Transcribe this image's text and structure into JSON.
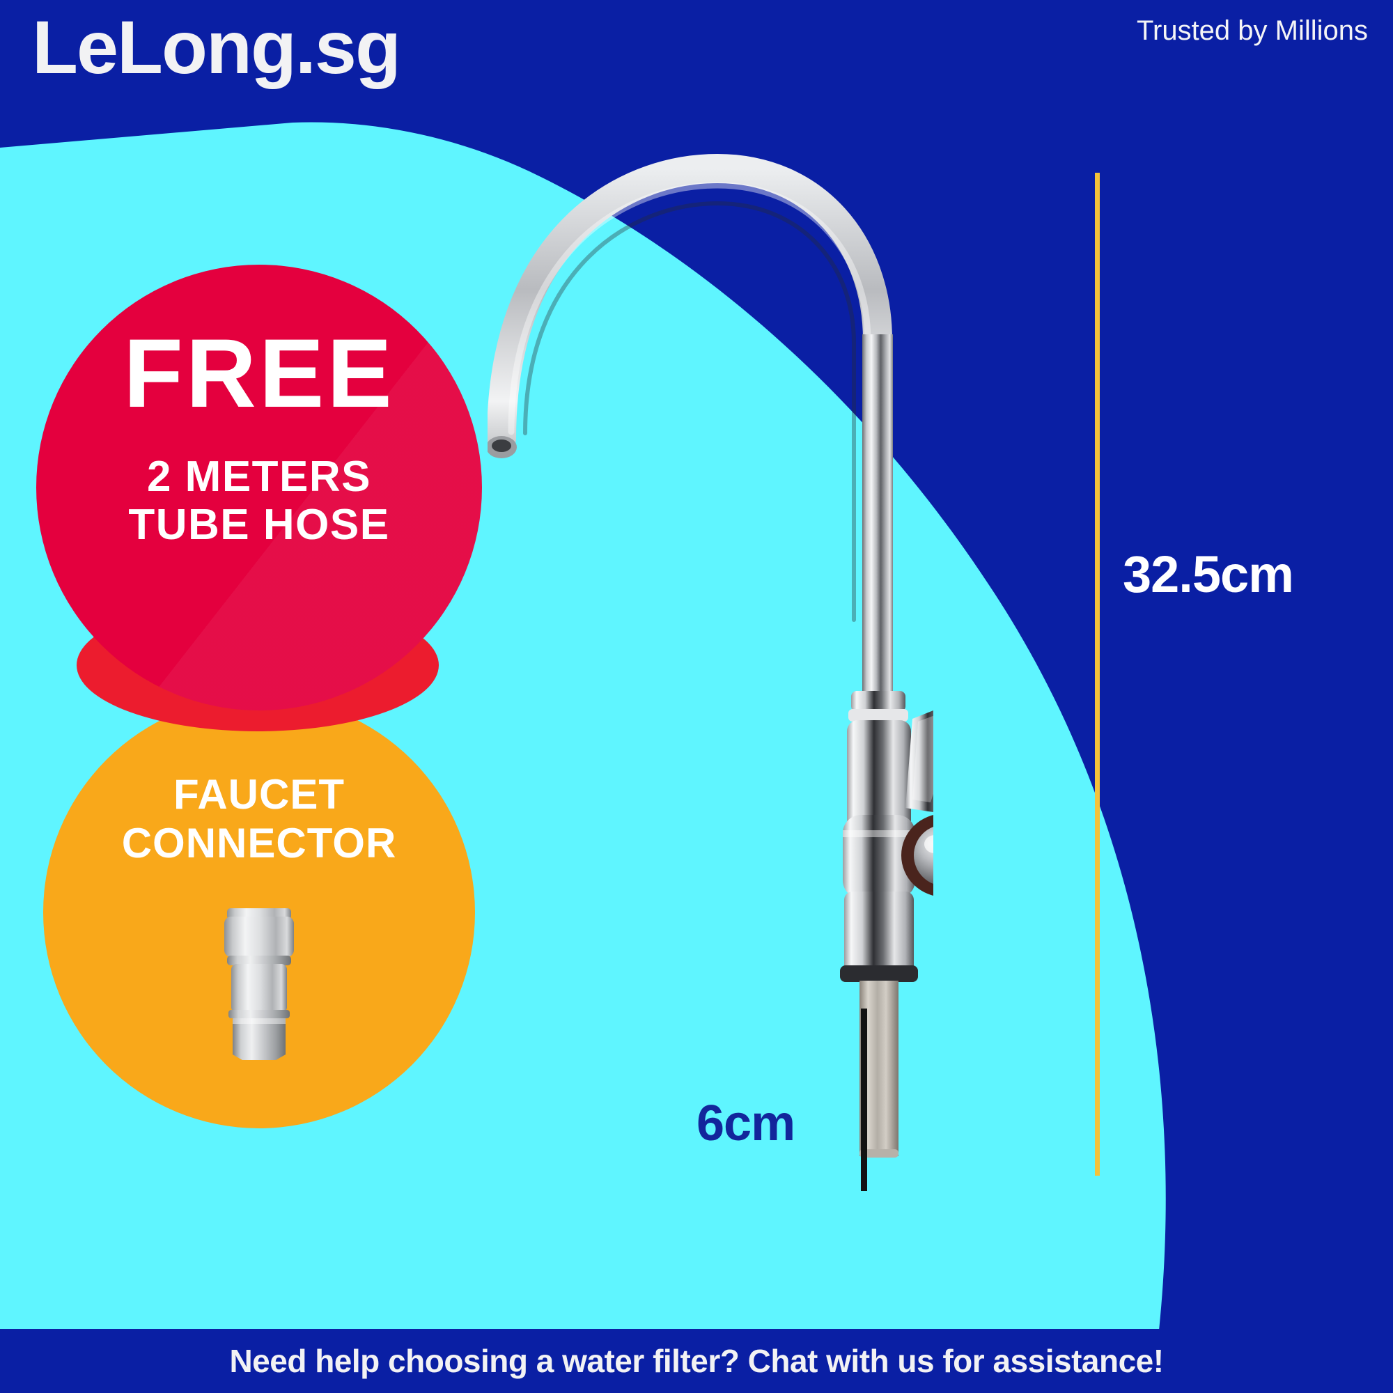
{
  "brand": {
    "logo_text": "LeLong.sg",
    "tagline": "Trusted by Millions"
  },
  "colors": {
    "background_blue": "#0A1FA4",
    "accent_cyan": "#5FF5FF",
    "badge_red": "#E4003E",
    "badge_red_shadow": "#EC1C2E",
    "badge_orange": "#F9A81A",
    "measure_line_yellow": "#F4C23A",
    "measure_line_black": "#121212",
    "text_white": "#FFFFFF",
    "text_dark_blue": "#12269B"
  },
  "promos": [
    {
      "id": "free-tube-hose",
      "headline": "FREE",
      "line1": "2 METERS",
      "line2": "TUBE HOSE",
      "color": "#E4003E"
    },
    {
      "id": "faucet-connector",
      "line1": "FAUCET",
      "line2": "CONNECTOR",
      "color": "#F9A81A",
      "image_alt": "faucet-connector-fitting"
    }
  ],
  "product": {
    "name": "gooseneck-drinking-water-faucet",
    "finish": "chrome"
  },
  "measurements": [
    {
      "id": "height",
      "value": "32.5cm",
      "orientation": "vertical",
      "line_color": "#F4C23A",
      "text_color": "#FFFFFF"
    },
    {
      "id": "shank",
      "value": "6cm",
      "orientation": "vertical",
      "line_color": "#121212",
      "text_color": "#12269B"
    }
  ],
  "footer": {
    "message": "Need help choosing a water filter? Chat with us for assistance!"
  }
}
